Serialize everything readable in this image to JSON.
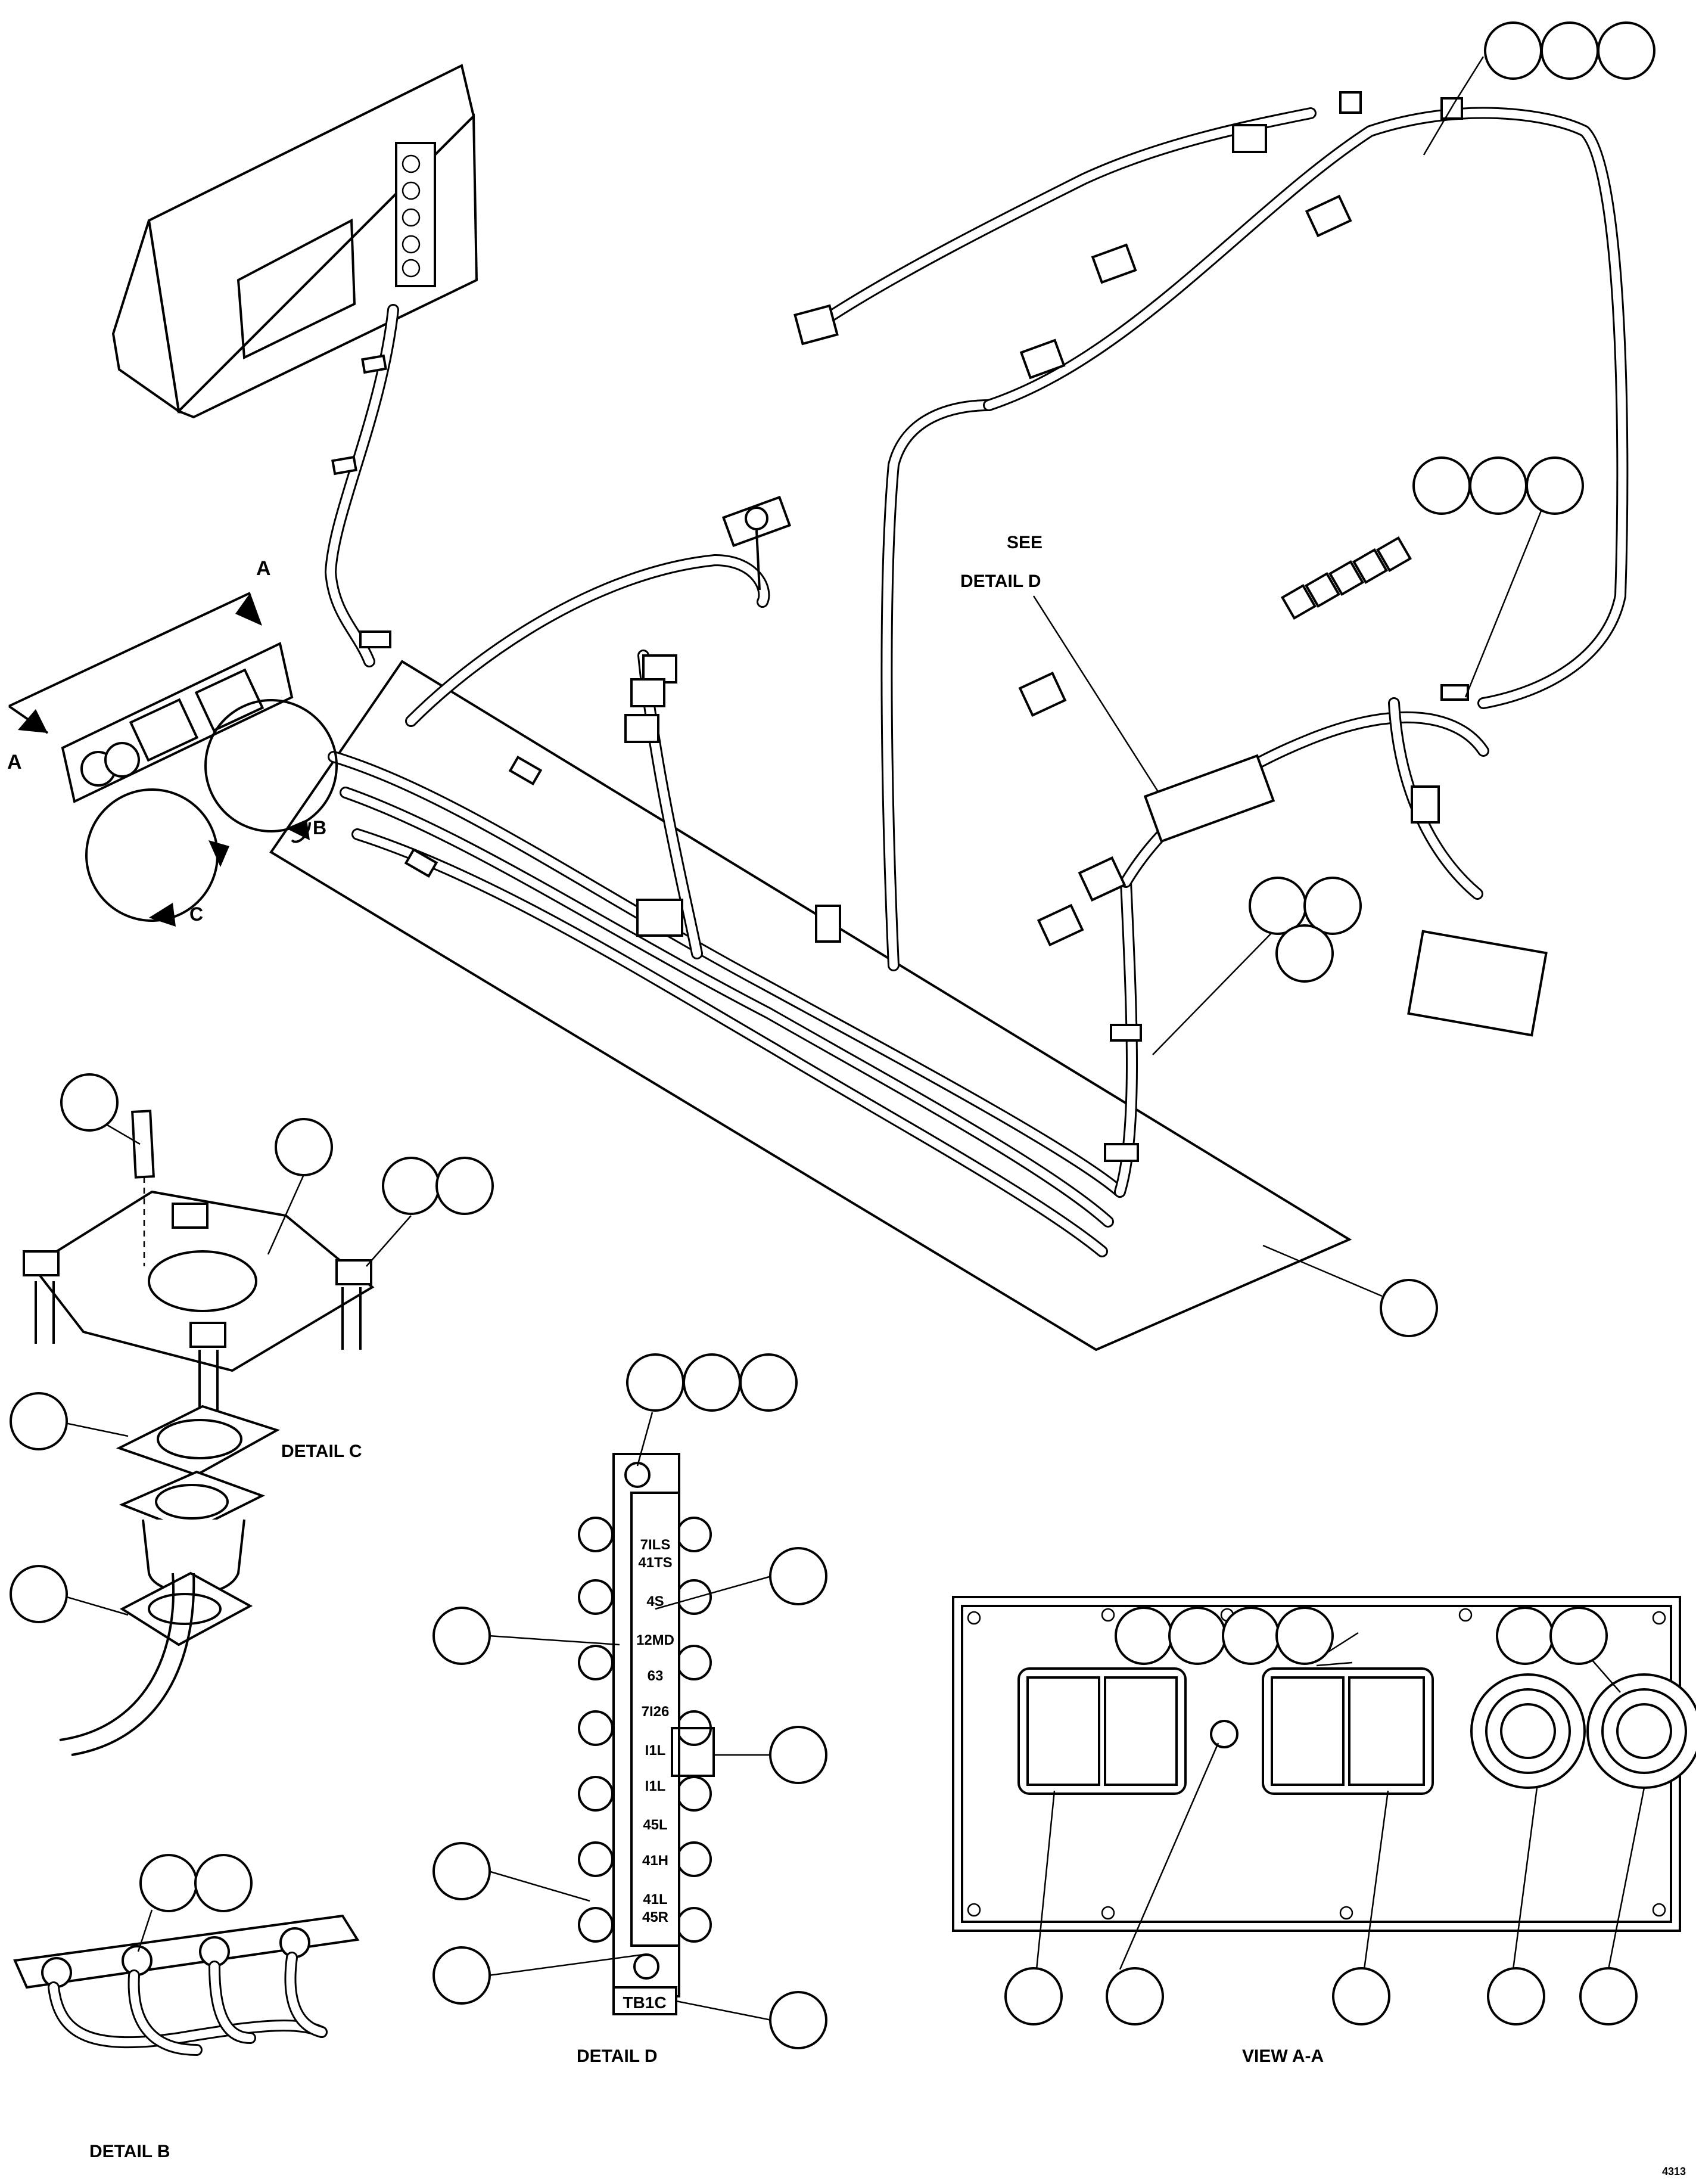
{
  "labels": {
    "view_a_top": "A",
    "view_a_left": "A",
    "view_b": "B",
    "view_c": "C",
    "see_detail": "SEE",
    "see_detail_d": "DETAIL D",
    "detail_c": "DETAIL C",
    "detail_d": "DETAIL D",
    "detail_b": "DETAIL B",
    "view_aa": "VIEW A-A",
    "figure_code": "4313"
  },
  "terminal_board": {
    "markers": [
      "7ILS",
      "41TS",
      "4S",
      "12MD",
      "63",
      "7I26",
      "I1L",
      "I1L",
      "45L",
      "41H",
      "41L",
      "45R"
    ],
    "tag": "TB1C"
  },
  "callouts": {
    "note": "Item-number balloons are drawn empty in the original illustration."
  },
  "colors": {
    "ink": "#000000",
    "paper": "#ffffff"
  }
}
